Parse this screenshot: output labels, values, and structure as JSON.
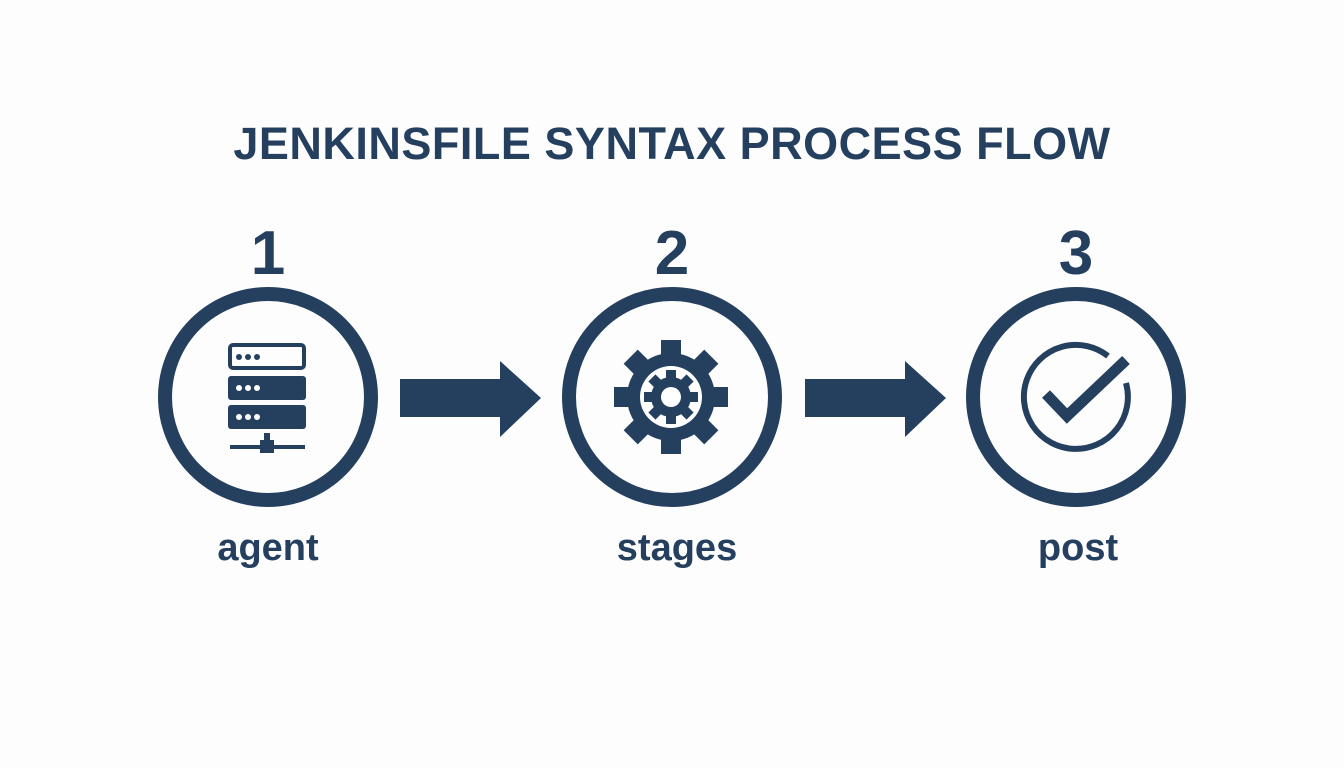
{
  "title": "JENKINSFILE SYNTAX PROCESS FLOW",
  "colors": {
    "primary": "#25405f",
    "background": "#fdfdfd"
  },
  "steps": [
    {
      "number": "1",
      "label": "agent",
      "icon": "server-icon"
    },
    {
      "number": "2",
      "label": "stages",
      "icon": "gear-icon"
    },
    {
      "number": "3",
      "label": "post",
      "icon": "check-circle-icon"
    }
  ]
}
